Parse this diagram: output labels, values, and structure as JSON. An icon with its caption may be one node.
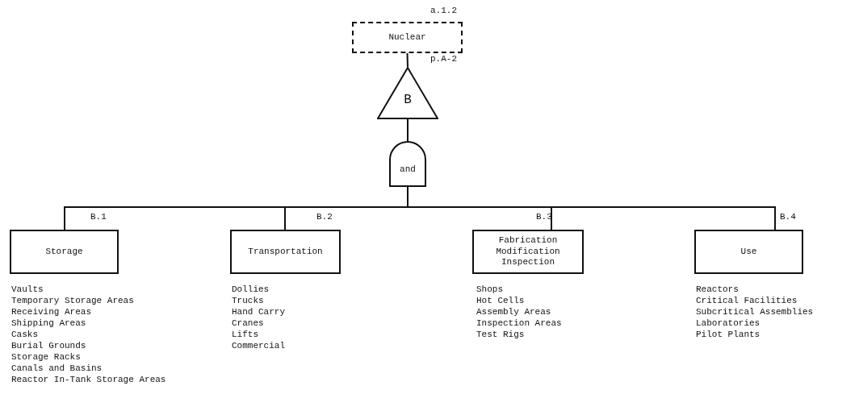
{
  "diagram": {
    "nodes": [
      {
        "text": [
          "Nuclear"
        ],
        "beside": [
          "a.1.2",
          "p.A-2"
        ]
      },
      {
        "text": [
          "B"
        ]
      },
      {
        "text": [
          "and"
        ]
      },
      {
        "text": [
          "Storage"
        ],
        "beside": [
          "B.1",
          "Vaults",
          "Temporary Storage Areas",
          "Receiving Areas",
          "Shipping Areas",
          "Casks",
          "Burial Grounds",
          "Storage Racks",
          "Canals and Basins",
          "Reactor In-Tank Storage Areas"
        ]
      },
      {
        "text": [
          "Transportation"
        ],
        "beside": [
          "B.2",
          "Dollies",
          "Trucks",
          "Hand Carry",
          "Cranes",
          "Lifts",
          "Commercial"
        ]
      },
      {
        "text": [
          "Fabrication Modification Inspection"
        ],
        "beside": [
          "B.3",
          "Shops",
          "Hot Cells",
          "Assembly Areas",
          "Inspection Areas",
          "Test Rigs"
        ]
      },
      {
        "text": [
          "Use"
        ],
        "beside": [
          "B.4",
          "Reactors",
          "Critical Facilities",
          "Subcritical Assemblies",
          "Laboratories",
          "Pilot Plants"
        ]
      }
    ],
    "edges": [
      {
        "from": 0,
        "to": 1,
        "arrow": "none"
      },
      {
        "from": 1,
        "to": 2,
        "arrow": "none"
      },
      {
        "from": 2,
        "to": 3,
        "arrow": "none"
      },
      {
        "from": 2,
        "to": 4,
        "arrow": "none"
      },
      {
        "from": 2,
        "to": 5,
        "arrow": "none"
      },
      {
        "from": 2,
        "to": 6,
        "arrow": "none"
      }
    ]
  }
}
